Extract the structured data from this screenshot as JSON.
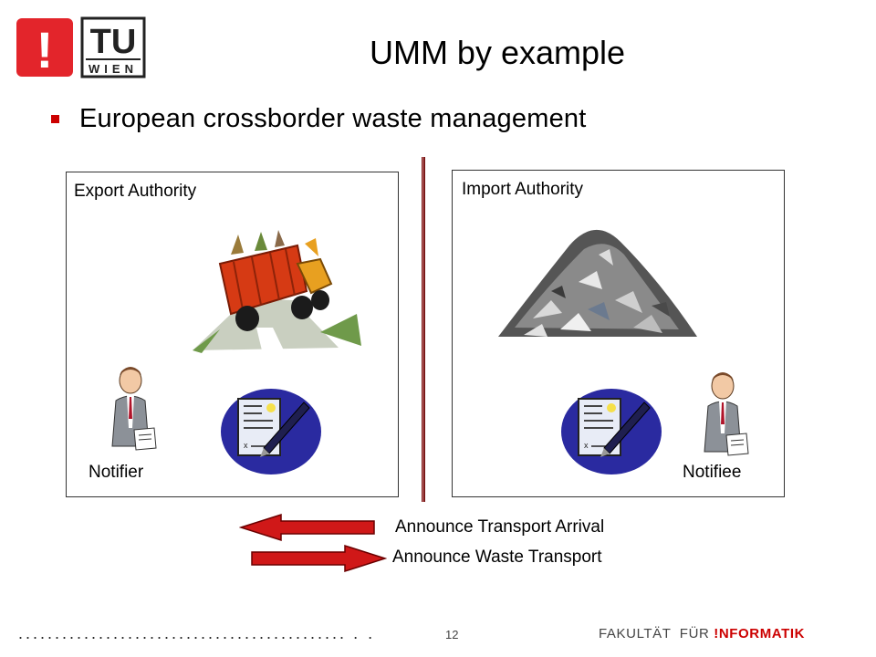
{
  "slide": {
    "title": "UMM by example",
    "bullet": "European crossborder waste management",
    "page_number": "12",
    "footer_dots": ".............................................",
    "footer_dots_tail": ". .",
    "faculty_prefix": "FAKULTÄT  FÜR",
    "faculty_name": "!NFORMATIK"
  },
  "logo": {
    "mark": "!",
    "tu": "TU",
    "wien": "WIEN"
  },
  "panels": {
    "export": {
      "label": "Export Authority",
      "person": "Notifier"
    },
    "import": {
      "label": "Import Authority",
      "person": "Notifiee"
    }
  },
  "messages": [
    {
      "label": "Announce Transport Arrival",
      "direction": "left"
    },
    {
      "label": "Announce Waste Transport",
      "direction": "right"
    }
  ],
  "colors": {
    "accent": "#cc0000",
    "divider": "#7a1a1a",
    "document_badge": "#2a2aa0"
  },
  "icons": {
    "truck": "garbage-truck-icon",
    "pile": "waste-pile-icon",
    "document": "signed-document-icon",
    "person": "businessman-icon"
  }
}
